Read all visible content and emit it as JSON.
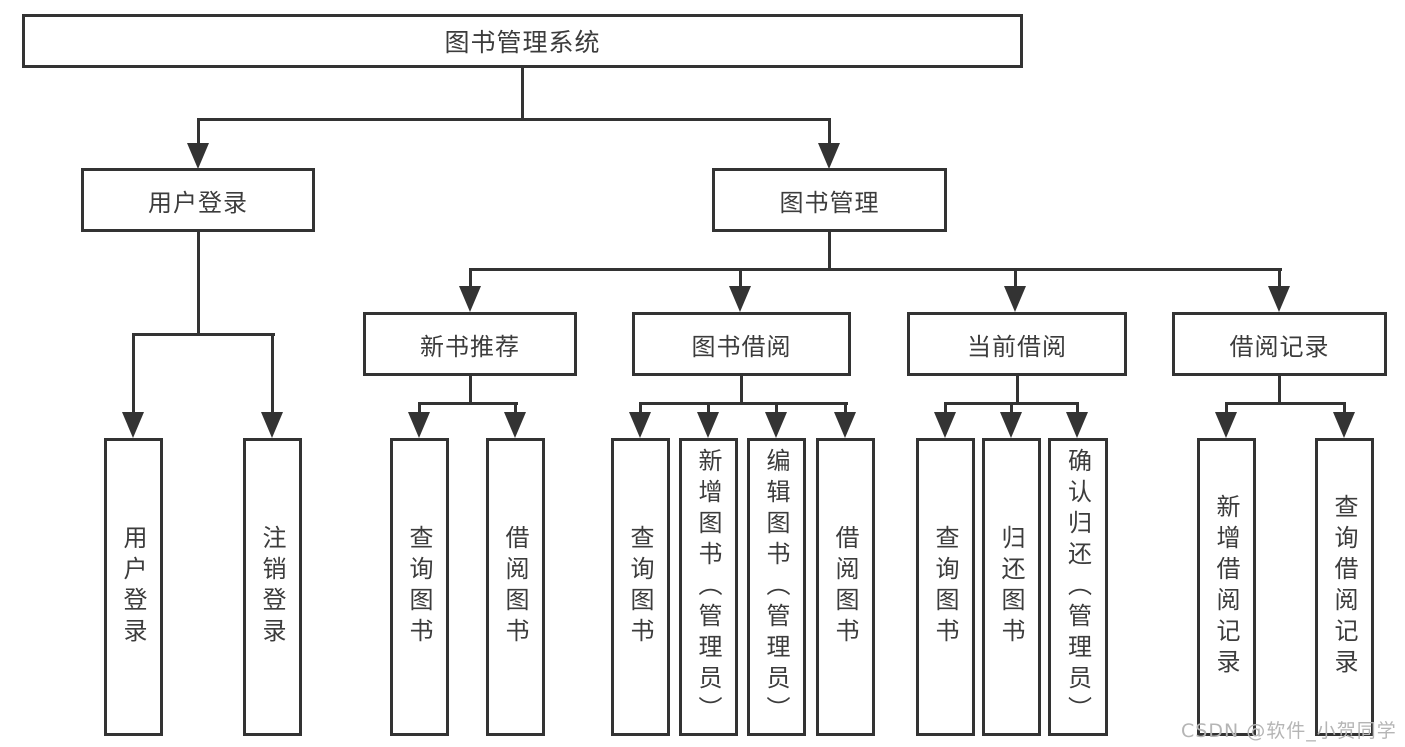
{
  "diagram_type": "hierarchy-tree",
  "tree": {
    "label": "图书管理系统",
    "children": [
      {
        "label": "用户登录",
        "children": [
          {
            "label": "用户登录"
          },
          {
            "label": "注销登录"
          }
        ]
      },
      {
        "label": "图书管理",
        "children": [
          {
            "label": "新书推荐",
            "children": [
              {
                "label": "查询图书"
              },
              {
                "label": "借阅图书"
              }
            ]
          },
          {
            "label": "图书借阅",
            "children": [
              {
                "label": "查询图书"
              },
              {
                "label": "新增图书（管理员）"
              },
              {
                "label": "编辑图书（管理员）"
              },
              {
                "label": "借阅图书"
              }
            ]
          },
          {
            "label": "当前借阅",
            "children": [
              {
                "label": "查询图书"
              },
              {
                "label": "归还图书"
              },
              {
                "label": "确认归还（管理员）"
              }
            ]
          },
          {
            "label": "借阅记录",
            "children": [
              {
                "label": "新增借阅记录"
              },
              {
                "label": "查询借阅记录"
              }
            ]
          }
        ]
      }
    ]
  },
  "watermark": {
    "text": "CSDN @软件_小贺同学"
  },
  "colors": {
    "background": "#ffffff",
    "box_border": "#333333",
    "connector_line": "#333333",
    "text": "#3c3c3c",
    "watermark_text": "#b5b5b5"
  }
}
